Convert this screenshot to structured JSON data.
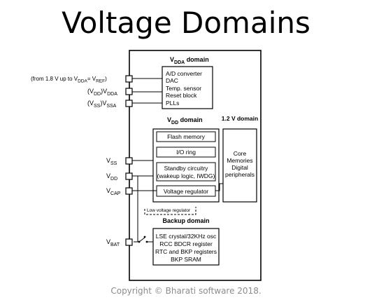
{
  "slide": {
    "title": "Voltage Domains",
    "footer": "Copyright © Bharati software 2018."
  },
  "diagram": {
    "vdda_domain": {
      "title_main": "V",
      "title_sub": "DDA",
      "title_rest": " domain",
      "items": [
        "A/D converter",
        "DAC",
        "Temp. sensor",
        "Reset block",
        "PLLs"
      ]
    },
    "vdd_domain": {
      "title_main": "V",
      "title_sub": "DD",
      "title_rest": " domain",
      "blocks": [
        "Flash memory",
        "I/O ring",
        "Standby circuitry",
        "(wakeup logic, IWDG)",
        "Voltage regulator"
      ]
    },
    "v12_domain": {
      "title": "1.2 V domain",
      "lines": [
        "Core",
        "Memories",
        "Digital",
        "peripherals"
      ]
    },
    "backup_domain": {
      "title": "Backup domain",
      "lines": [
        "LSE crystal/32KHz osc",
        "RCC BDCR register",
        "RTC and BKP registers",
        "BKP SRAM"
      ]
    },
    "low_voltage_label": "Low voltage regulator",
    "pins": {
      "vref": {
        "pre": "(from 1.8 V up to V",
        "sub1": "DDA",
        "mid": "= V",
        "sub2": "REF",
        "post": ")"
      },
      "vdda": {
        "pre": "(V",
        "sub1": "DD",
        "mid": ")V",
        "sub2": "DDA"
      },
      "vssa": {
        "pre": "(V",
        "sub1": "SS",
        "mid": ")V",
        "sub2": "SSA"
      },
      "vss": {
        "main": "V",
        "sub": "SS"
      },
      "vdd": {
        "main": "V",
        "sub": "DD"
      },
      "vcap": {
        "main": "V",
        "sub": "CAP"
      },
      "vbat": {
        "main": "V",
        "sub": "BAT"
      }
    }
  }
}
